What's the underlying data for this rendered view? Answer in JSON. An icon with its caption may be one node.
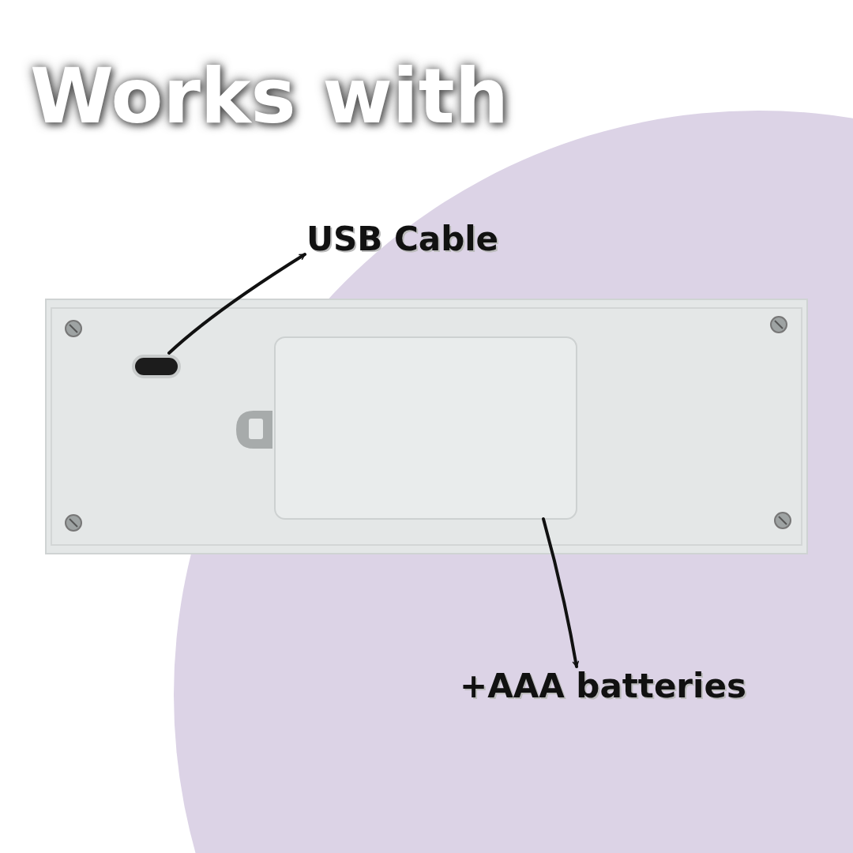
{
  "diagram": {
    "title": "Works with",
    "nodes": [
      {
        "text": [
          "USB Cable"
        ]
      },
      {
        "text": [],
        "shape": "picture"
      },
      {
        "text": [],
        "shape": "box",
        "in": 1
      },
      {
        "text": [],
        "shape": "box",
        "in": 1
      },
      {
        "text": [
          "+AAA batteries"
        ]
      }
    ],
    "edges": [
      {
        "from": 2,
        "to": 0,
        "arrow": "to"
      },
      {
        "from": 3,
        "to": 4,
        "arrow": "to"
      }
    ]
  }
}
